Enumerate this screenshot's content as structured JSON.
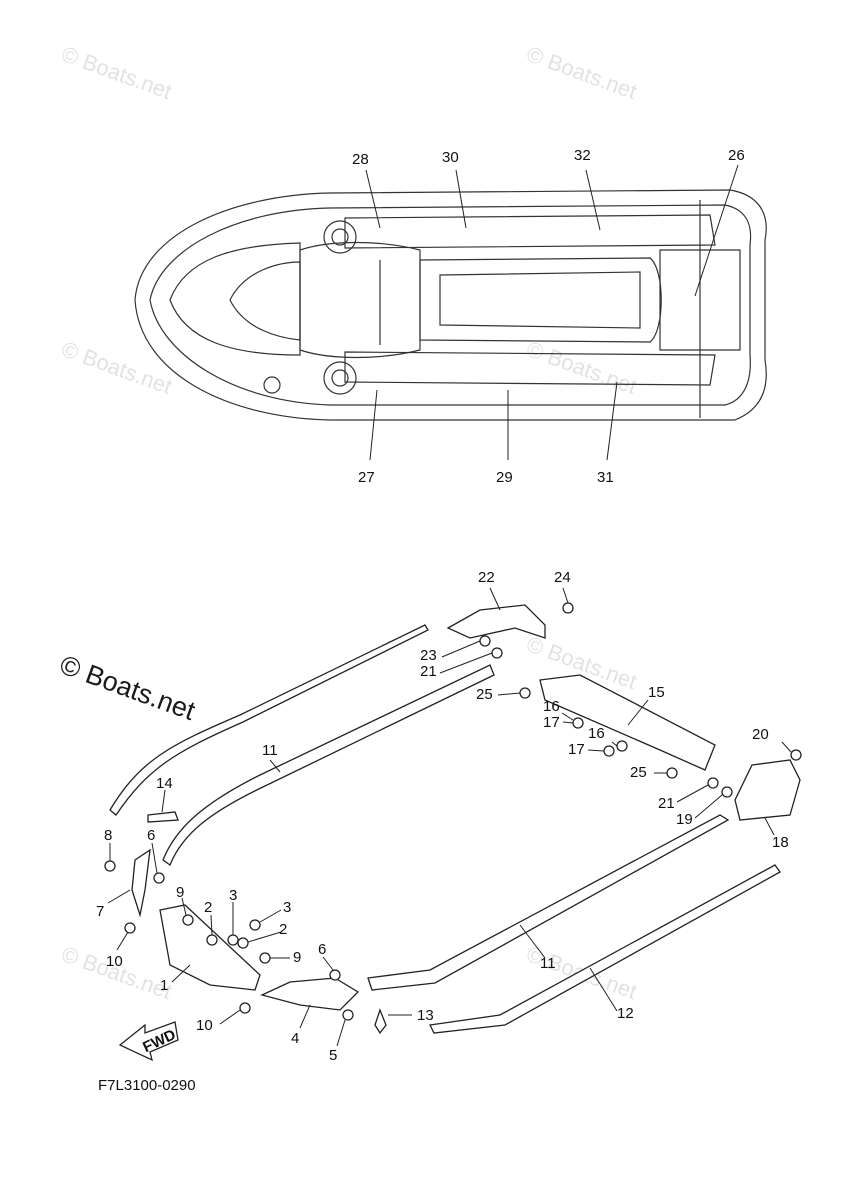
{
  "watermark": "© Boats.net",
  "diagram_code": "F7L3100-0290",
  "fwd_label": "FWD",
  "top_view_callouts": [
    "28",
    "30",
    "32",
    "26",
    "27",
    "29",
    "31"
  ],
  "parts_callouts": [
    "22",
    "24",
    "23",
    "21",
    "25",
    "15",
    "16",
    "17",
    "16",
    "17",
    "20",
    "25",
    "21",
    "19",
    "18",
    "14",
    "11",
    "8",
    "6",
    "7",
    "9",
    "3",
    "2",
    "3",
    "10",
    "2",
    "9",
    "6",
    "11",
    "1",
    "10",
    "4",
    "5",
    "13",
    "12"
  ]
}
